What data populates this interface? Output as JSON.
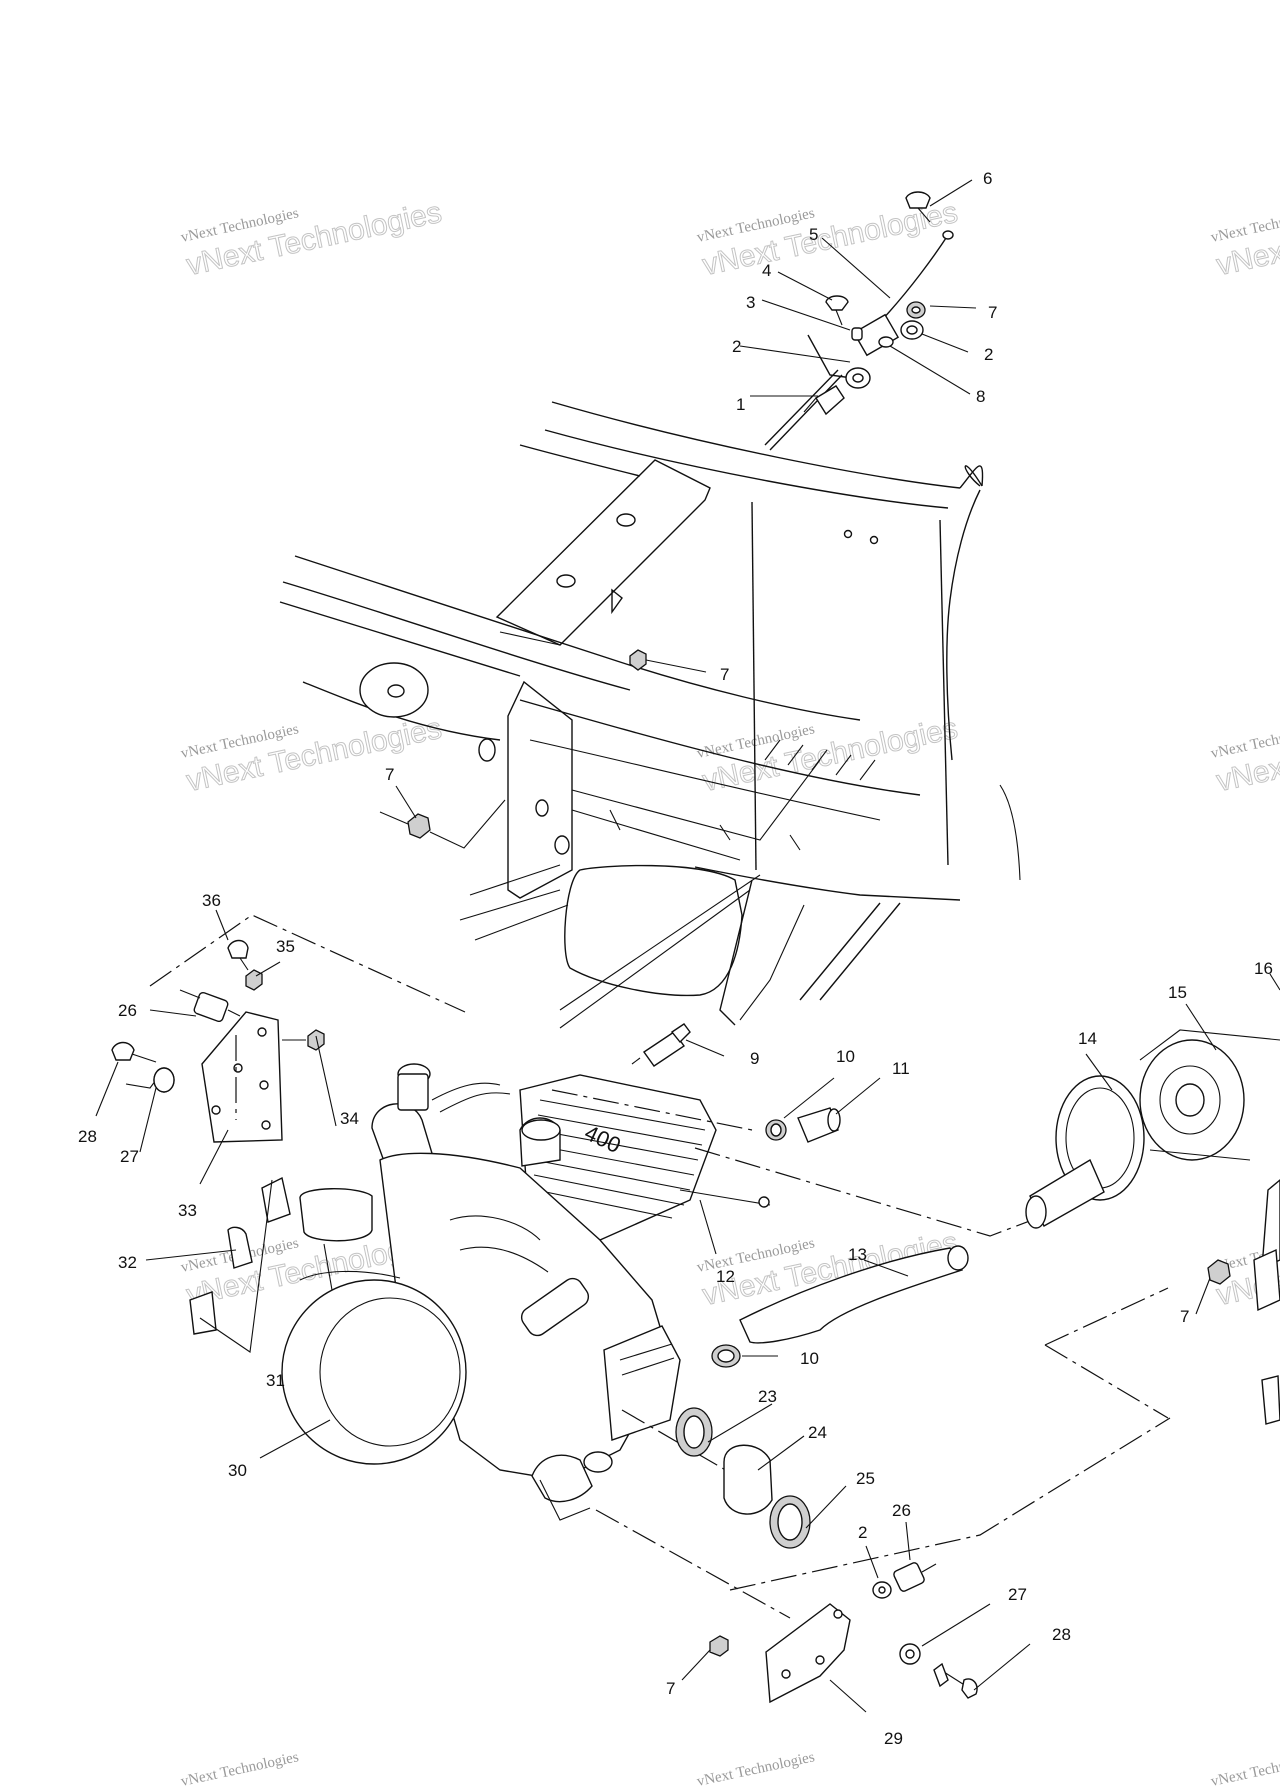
{
  "watermark": {
    "line1": "vNext Technologies",
    "line2": "vNext Technologies"
  },
  "callouts": [
    {
      "id": "c6",
      "label": "6"
    },
    {
      "id": "c5",
      "label": "5"
    },
    {
      "id": "c4",
      "label": "4"
    },
    {
      "id": "c7a",
      "label": "7"
    },
    {
      "id": "c3",
      "label": "3"
    },
    {
      "id": "c2a",
      "label": "2"
    },
    {
      "id": "c2b",
      "label": "2"
    },
    {
      "id": "c8",
      "label": "8"
    },
    {
      "id": "c1",
      "label": "1"
    },
    {
      "id": "c7b",
      "label": "7"
    },
    {
      "id": "c7c",
      "label": "7"
    },
    {
      "id": "c36",
      "label": "36"
    },
    {
      "id": "c35",
      "label": "35"
    },
    {
      "id": "c26a",
      "label": "26"
    },
    {
      "id": "c28a",
      "label": "28"
    },
    {
      "id": "c27a",
      "label": "27"
    },
    {
      "id": "c33",
      "label": "33"
    },
    {
      "id": "c34",
      "label": "34"
    },
    {
      "id": "c32",
      "label": "32"
    },
    {
      "id": "c31",
      "label": "31"
    },
    {
      "id": "c30",
      "label": "30"
    },
    {
      "id": "c9",
      "label": "9"
    },
    {
      "id": "c10a",
      "label": "10"
    },
    {
      "id": "c11",
      "label": "11"
    },
    {
      "id": "c12",
      "label": "12"
    },
    {
      "id": "c13",
      "label": "13"
    },
    {
      "id": "c10b",
      "label": "10"
    },
    {
      "id": "c14",
      "label": "14"
    },
    {
      "id": "c15",
      "label": "15"
    },
    {
      "id": "c16",
      "label": "16"
    },
    {
      "id": "c7d",
      "label": "7"
    },
    {
      "id": "c23",
      "label": "23"
    },
    {
      "id": "c24",
      "label": "24"
    },
    {
      "id": "c25",
      "label": "25"
    },
    {
      "id": "c2c",
      "label": "2"
    },
    {
      "id": "c26b",
      "label": "26"
    },
    {
      "id": "c27b",
      "label": "27"
    },
    {
      "id": "c28b",
      "label": "28"
    },
    {
      "id": "c7e",
      "label": "7"
    },
    {
      "id": "c29",
      "label": "29"
    }
  ],
  "engine_cylinder_marking": "400"
}
